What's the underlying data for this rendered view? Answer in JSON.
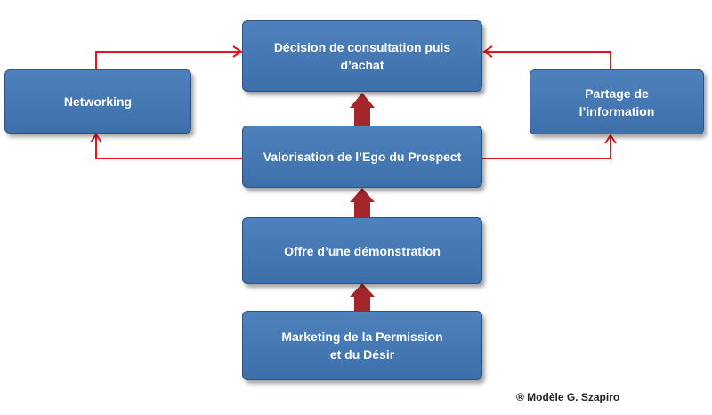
{
  "boxes": {
    "decision": "Décision de consultation puis\nd’achat",
    "valorisation": "Valorisation de l’Ego du Prospect",
    "offre": "Offre d’une démonstration",
    "marketing": "Marketing de la Permission\net du Désir",
    "networking": "Networking",
    "partage": "Partage de\nl’information"
  },
  "credit": "® Modèle G. Szapiro",
  "colors": {
    "box_fill": "#4f81bd",
    "box_border": "#2c5386",
    "arrow_red": "#e0161c",
    "block_arrow": "#a5262a",
    "text": "#ffffff"
  }
}
